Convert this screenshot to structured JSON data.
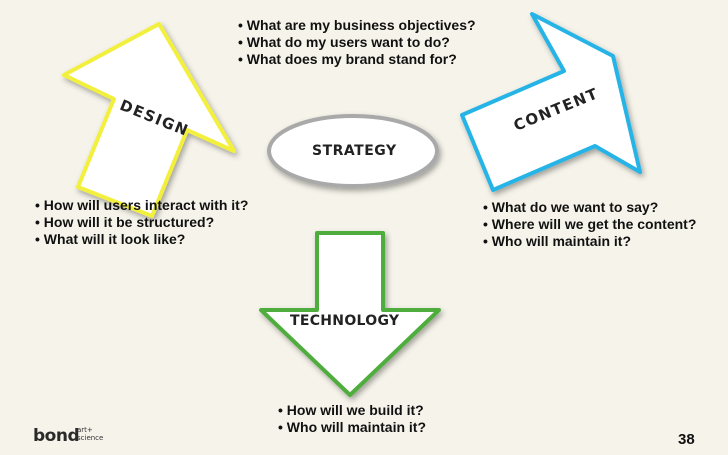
{
  "strategy": {
    "label": "STRATEGY",
    "questions": [
      "What are my business objectives?",
      "What do my users want to do?",
      "What does my brand stand for?"
    ]
  },
  "design": {
    "label": "DESIGN",
    "color": "#f2ef3c",
    "questions": [
      "How will users interact with it?",
      "How will it be structured?",
      "What will it look like?"
    ]
  },
  "content": {
    "label": "CONTENT",
    "color": "#27b4e6",
    "questions": [
      "What do we want to say?",
      "Where will we get the content?",
      "Who will maintain it?"
    ]
  },
  "technology": {
    "label": "TECHNOLOGY",
    "color": "#4fad3d",
    "questions": [
      "How will we build it?",
      "Who will maintain it?"
    ]
  },
  "footer": {
    "logo_brand": "bond",
    "logo_art": "art+",
    "logo_science": "science",
    "page_number": "38"
  }
}
